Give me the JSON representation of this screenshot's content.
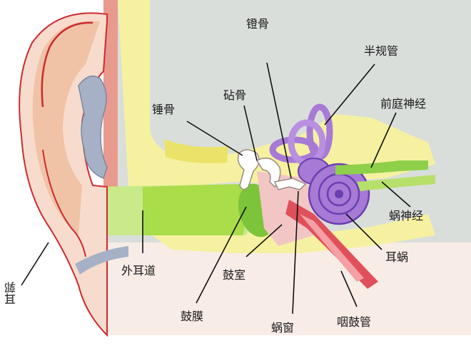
{
  "diagram": {
    "labels": {
      "stapes": "镫骨",
      "semicircular_canals": "半规管",
      "incus": "砧骨",
      "malleus": "锤骨",
      "vestibular_nerve": "前庭神经",
      "cochlear_nerve": "蜗神经",
      "cochlea": "耳蜗",
      "ear_canal": "外耳道",
      "tympanic_cavity": "鼓室",
      "eardrum": "鼓膜",
      "round_window": "蜗窗",
      "eustachian_tube": "咽鼓管",
      "pinna": "耳郭"
    },
    "colors": {
      "background": "#ffffff",
      "skull_gray": "#d9dedb",
      "bone_yellow": "#f6f1a0",
      "bone_yellow_dark": "#ebe26a",
      "skin": "#f7dccd",
      "skin_shade": "#f0c3a6",
      "ear_outline": "#cc2a30",
      "canal_green": "#a9dd4a",
      "eardrum_green": "#7cc43a",
      "cartilage_blue": "#a7b1c6",
      "labyrinth_purple": "#a77ad6",
      "labyrinth_outline": "#6a3fb0",
      "eustachian_red": "#e0505a",
      "leader_line": "#111111"
    }
  }
}
